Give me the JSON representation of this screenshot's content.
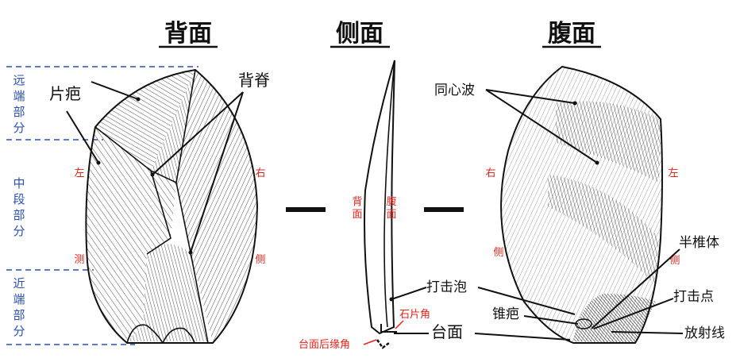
{
  "titles": {
    "dorsal": "背面",
    "lateral": "侧面",
    "ventral": "腹面"
  },
  "zones": {
    "distal": [
      "远",
      "端",
      "部",
      "分"
    ],
    "middle": [
      "中",
      "段",
      "部",
      "分"
    ],
    "proximal": [
      "近",
      "端",
      "部",
      "分"
    ]
  },
  "dorsal": {
    "flake_scar": "片疤",
    "ridge": "背脊",
    "left_edge": [
      "左",
      "测"
    ],
    "right_edge": [
      "右",
      "侧"
    ]
  },
  "lateral": {
    "dorsal_face": [
      "背",
      "面"
    ],
    "ventral_face": [
      "腹",
      "面"
    ],
    "bulb": "打击泡",
    "flake_angle": "石片角",
    "platform": "台面",
    "rear_edge_angle": "台面后缘角"
  },
  "ventral": {
    "ripples": "同心波",
    "right_edge": [
      "右",
      "侧"
    ],
    "left_edge": [
      "左",
      "侧"
    ],
    "bulb_scar": "锥疤",
    "semi_cone": "半椎体",
    "point_of_percussion": "打击点",
    "radial_lines": "放射线"
  },
  "colors": {
    "zone_text": "#2b4fb3",
    "edge_text": "#e0241b",
    "ink": "#111111"
  }
}
